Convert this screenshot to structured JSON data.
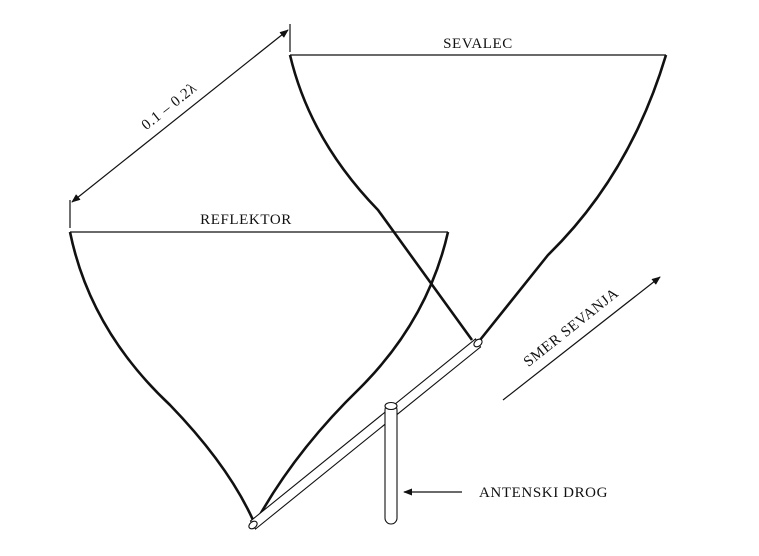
{
  "labels": {
    "driven_element": "SEVALEC",
    "reflector": "REFLEKTOR",
    "spacing": "0.1 – 0.2λ",
    "direction": "SMER SEVANJA",
    "boom": "ANTENSKI DROG"
  },
  "colors": {
    "ink": "#111111",
    "background": "#ffffff"
  }
}
